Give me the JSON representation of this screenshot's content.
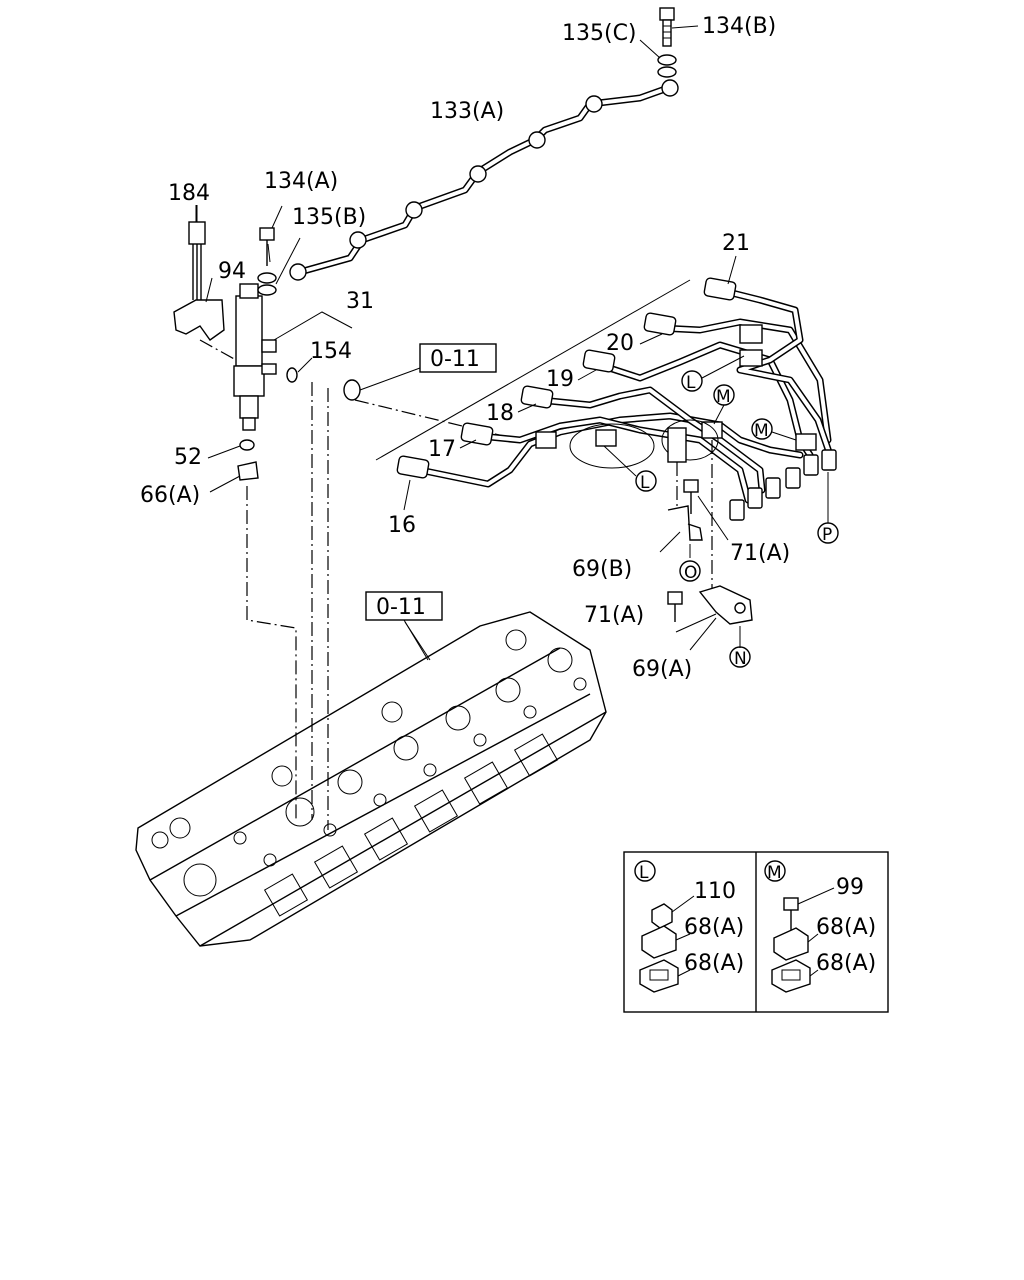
{
  "labels": {
    "l135c": "135(C)",
    "l134b": "134(B)",
    "l133a": "133(A)",
    "l184": "184",
    "l134a": "134(A)",
    "l135b": "135(B)",
    "l94": "94",
    "l31": "31",
    "l154": "154",
    "l52": "52",
    "l66a": "66(A)",
    "l21": "21",
    "l20": "20",
    "l19": "19",
    "l18": "18",
    "l17": "17",
    "l16": "16",
    "l69b": "69(B)",
    "l71a_1": "71(A)",
    "l71a_2": "71(A)",
    "l69a": "69(A)",
    "box1": "0-11",
    "box2": "0-11"
  },
  "callouts": {
    "L1": "L",
    "L2": "L",
    "M1": "M",
    "M2": "M",
    "O": "O",
    "P": "P",
    "N": "N"
  },
  "inset": {
    "left": {
      "circle": "L",
      "labels": [
        "110",
        "68(A)",
        "68(A)"
      ]
    },
    "right": {
      "circle": "M",
      "labels": [
        "99",
        "68(A)",
        "68(A)"
      ]
    }
  }
}
